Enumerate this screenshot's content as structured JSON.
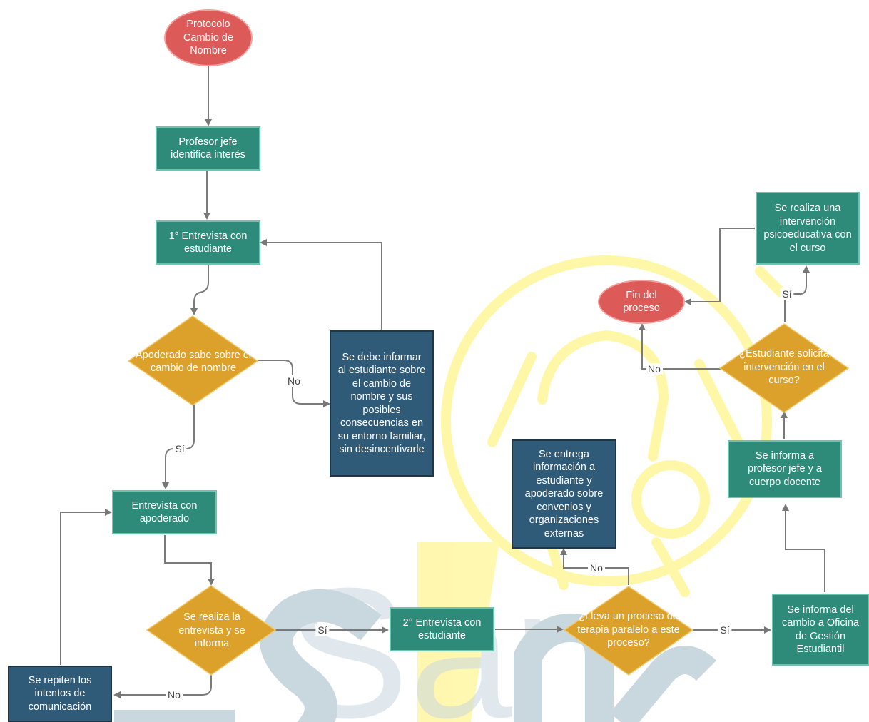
{
  "colors": {
    "process": "#2e8b7a",
    "process_border": "#6fc3ad",
    "info": "#2f5b79",
    "decision": "#dba12a",
    "terminal": "#dc5a58",
    "connector": "#7a7a7a",
    "watermark_yellow": "#fff7a8",
    "watermark_blue": "#c9d7df"
  },
  "watermark": {
    "text": "San"
  },
  "nodes": {
    "start": "Protocolo Cambio de Nombre",
    "profesor_identifica": "Profesor jefe identifica interés",
    "entrevista1": "1° Entrevista con estudiante",
    "decision_apoderado_sabe": "Apoderado sabe sobre el cambio de nombre",
    "informar_estudiante": "Se debe informar al estudiante sobre el cambio de nombre y sus posibles consecuencias en su entorno familiar, sin desincentivarle",
    "entrevista_apoderado": "Entrevista con apoderado",
    "decision_entrevista": "Se realiza la entrevista y se informa",
    "repetir_intentos": "Se repiten los intentos de comunicación",
    "entrevista2": "2° Entrevista con estudiante",
    "decision_terapia": "¿Lleva un proceso de terapia paralelo a este proceso?",
    "entrega_info": "Se entrega información a estudiante y apoderado sobre convenios y organizaciones externas",
    "informa_oficina": "Se informa del cambio a Oficina de Gestión Estudiantil",
    "informa_profesor": "Se informa a profesor jefe y a cuerpo docente",
    "decision_intervencion": "¿Estudiante solicita intervención en el curso?",
    "intervencion": "Se realiza una intervención psicoeducativa con el curso",
    "fin": "Fin del proceso"
  },
  "edge_labels": {
    "apoderado_no": "No",
    "apoderado_si": "Sí",
    "entrevista_si": "Sí",
    "entrevista_no": "No",
    "terapia_no": "No",
    "terapia_si": "Sí",
    "intervencion_si": "Sí",
    "intervencion_no": "No"
  }
}
